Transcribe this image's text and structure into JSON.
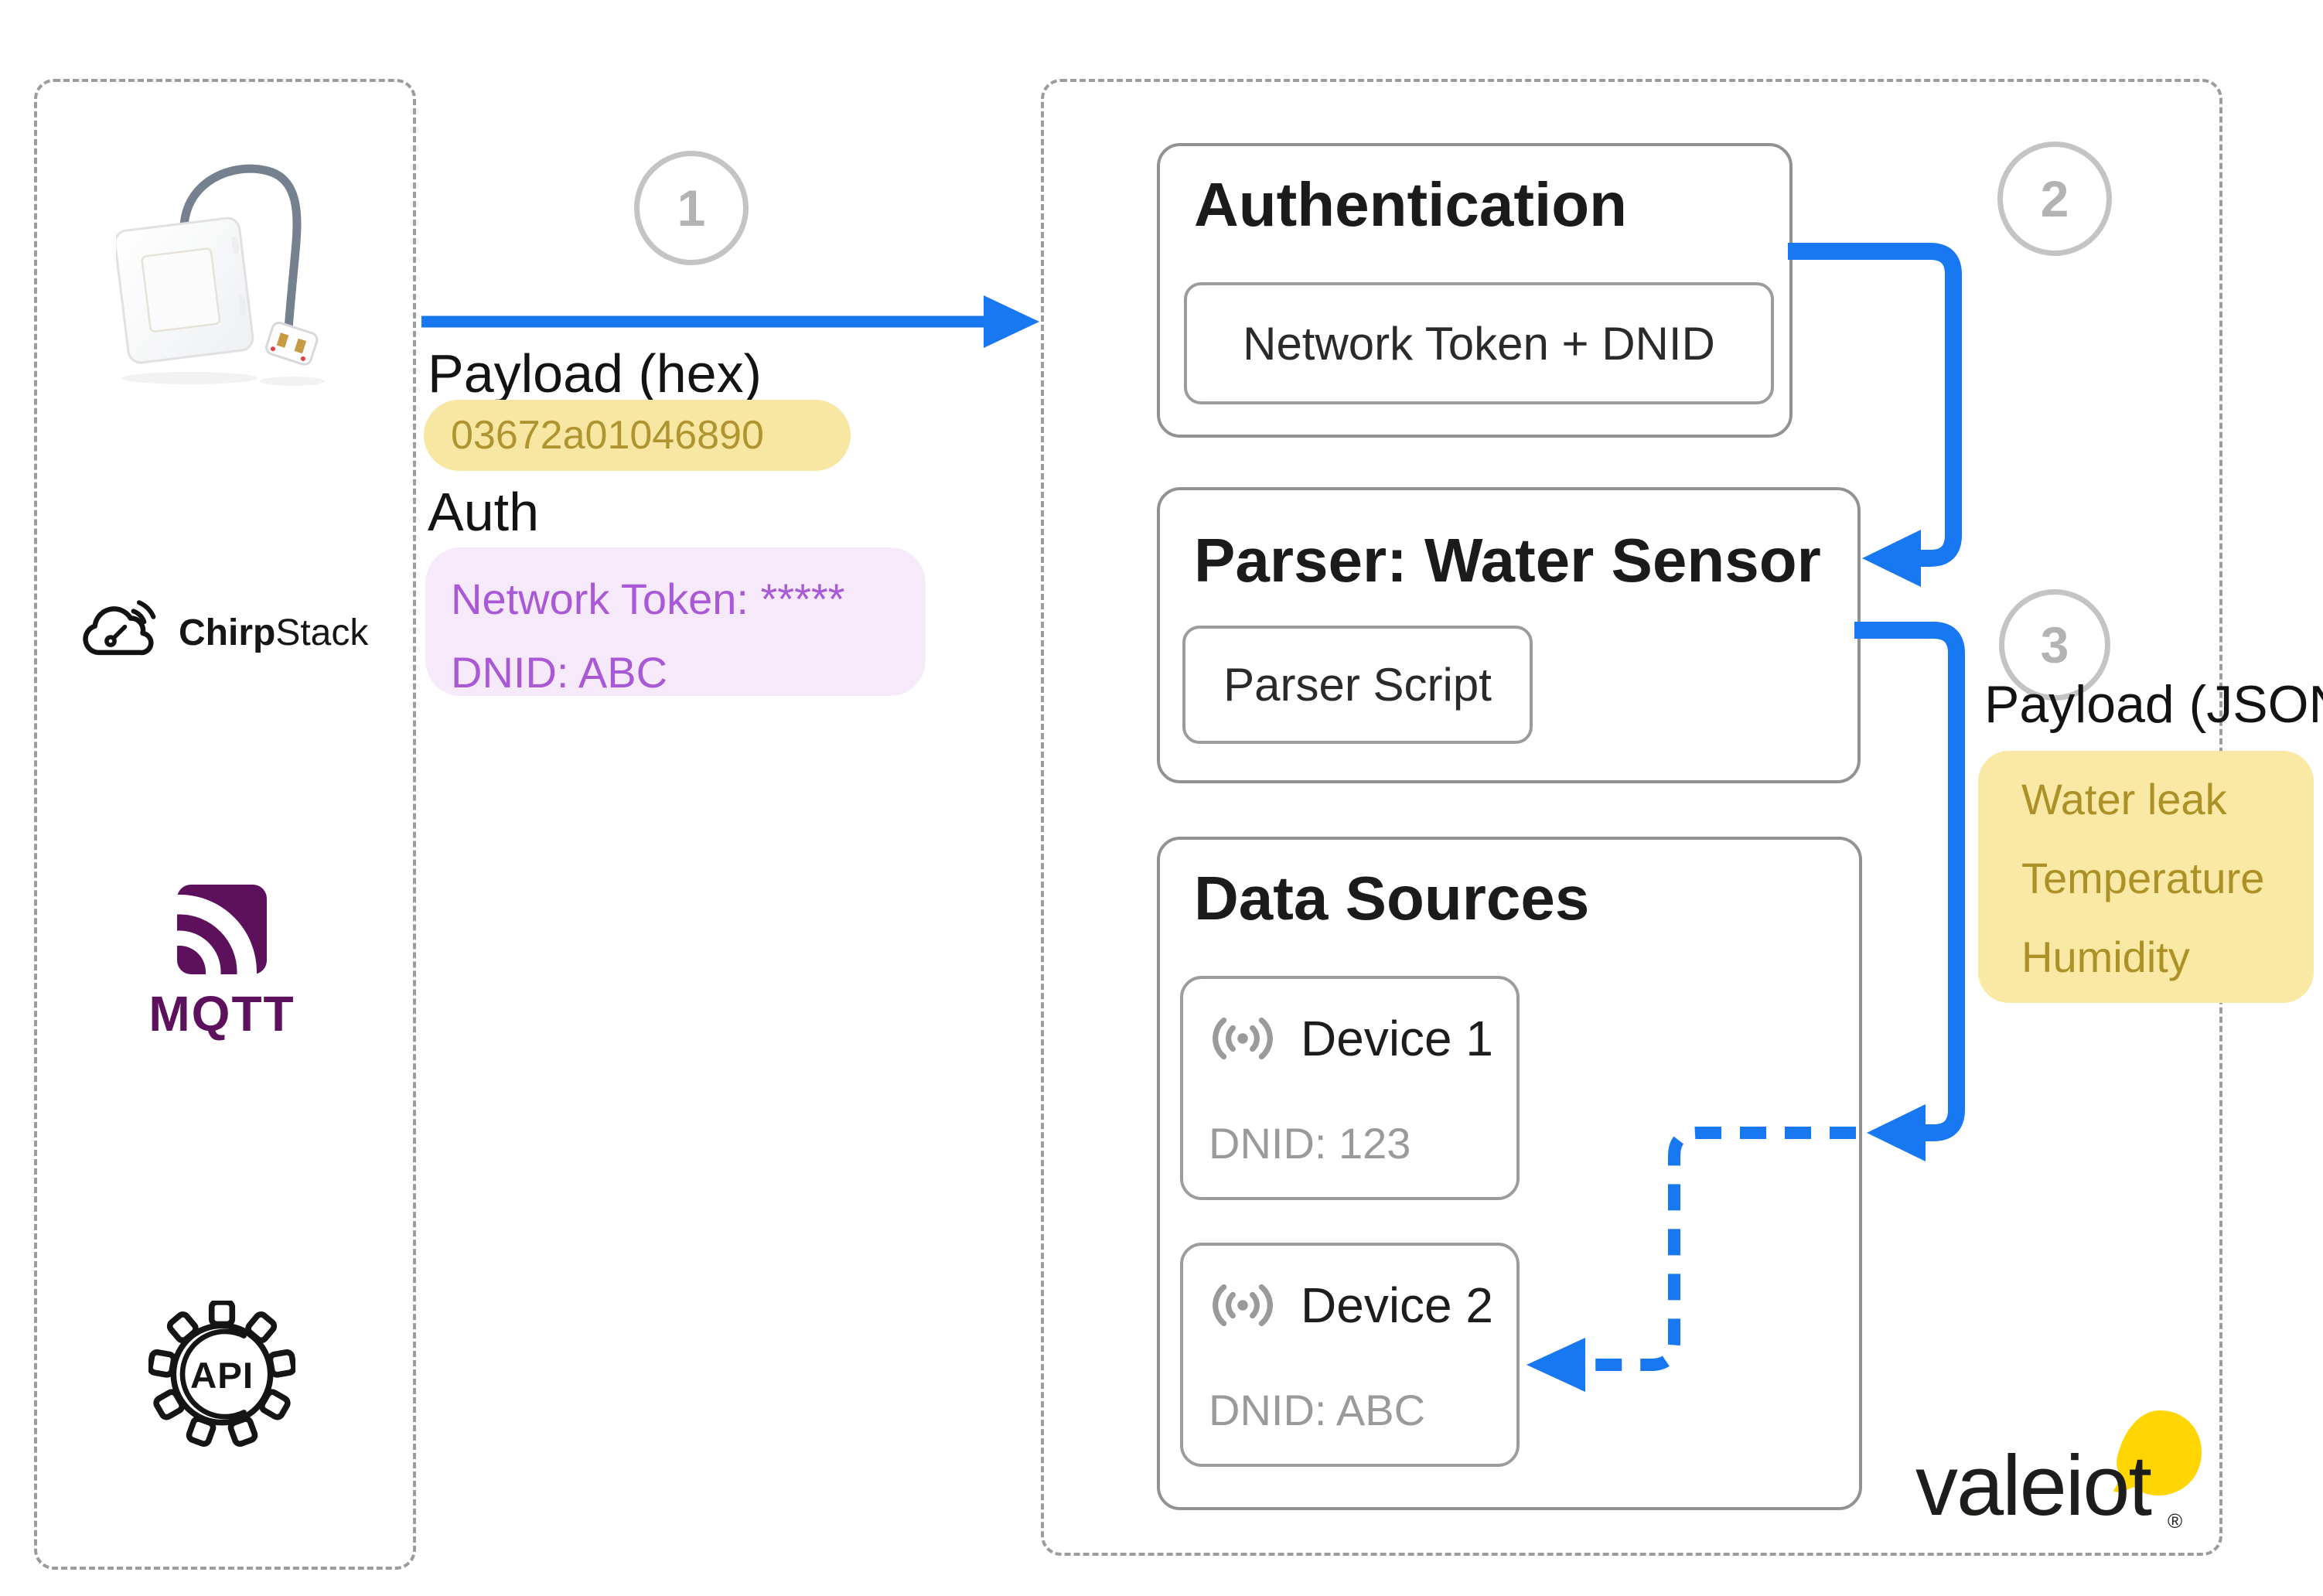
{
  "palette": {
    "accent_blue": "#1778F2",
    "dashed_border_gray": "#9C9C9C",
    "box_border_gray": "#929292",
    "badge_gray": "#B3B3B3",
    "muted_gray": "#9A9A9A",
    "hex_pill_bg": "#F8E7A2",
    "hex_text": "#AF9530",
    "auth_card_bg": "#F6EAFA",
    "auth_text": "#A958D6",
    "json_card_bg": "#FAE8A5",
    "json_text": "#AC9127",
    "mqtt_purple": "#5D105C",
    "valeiot_yellow": "#FFD502"
  },
  "source_stack": {
    "chirpstack_bold": "Chirp",
    "chirpstack_rest": "Stack",
    "mqtt_label": "MQTT",
    "api_label": "API"
  },
  "steps": {
    "one": "1",
    "two": "2",
    "three": "3"
  },
  "uplink": {
    "payload_label": "Payload (hex)",
    "payload_hex": "03672a01046890",
    "auth_label": "Auth",
    "auth_line1": "Network Token: *****",
    "auth_line2": "DNID: ABC"
  },
  "platform": {
    "authentication": {
      "title": "Authentication",
      "chip": "Network Token + DNID"
    },
    "parser": {
      "title": "Parser: Water Sensor",
      "chip": "Parser Script"
    },
    "data_sources": {
      "title": "Data Sources",
      "devices": [
        {
          "name": "Device 1",
          "dnid": "DNID: 123"
        },
        {
          "name": "Device 2",
          "dnid": "DNID: ABC"
        }
      ]
    }
  },
  "output": {
    "payload_label": "Payload (JSON)",
    "field1": "Water leak",
    "field2": "Temperature",
    "field3": "Humidity"
  },
  "brand": {
    "name": "valeiot",
    "reg": "®"
  }
}
